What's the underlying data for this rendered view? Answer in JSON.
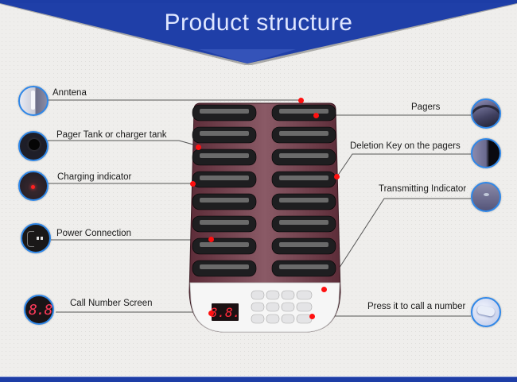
{
  "header": {
    "title": "Product structure"
  },
  "colors": {
    "banner": "#1f3fa8",
    "bubble_border": "#2f87e8",
    "marker": "#ff1010",
    "device_body": "#7a4a55",
    "led": "#ff2a3a"
  },
  "device": {
    "screen_readout": "8.8.",
    "keypad_rows": 3,
    "keypad_cols": 4,
    "pager_rows": 8,
    "pager_cols": 2
  },
  "callouts": {
    "left": [
      {
        "label": "Anntena",
        "icon": "antenna-icon"
      },
      {
        "label": "Pager Tank or charger tank",
        "icon": "charger-tank-icon"
      },
      {
        "label": "Charging indicator",
        "icon": "charging-led-icon"
      },
      {
        "label": "Power Connection",
        "icon": "power-port-icon"
      },
      {
        "label": "Call Number Screen",
        "icon": "led-display-icon"
      }
    ],
    "right": [
      {
        "label": "Pagers",
        "icon": "pager-icon"
      },
      {
        "label": "Deletion Key on the pagers",
        "icon": "deletion-key-icon"
      },
      {
        "label": "Transmitting Indicator",
        "icon": "transmit-led-icon"
      },
      {
        "label": "Press it to call a number",
        "icon": "call-button-icon"
      }
    ]
  }
}
